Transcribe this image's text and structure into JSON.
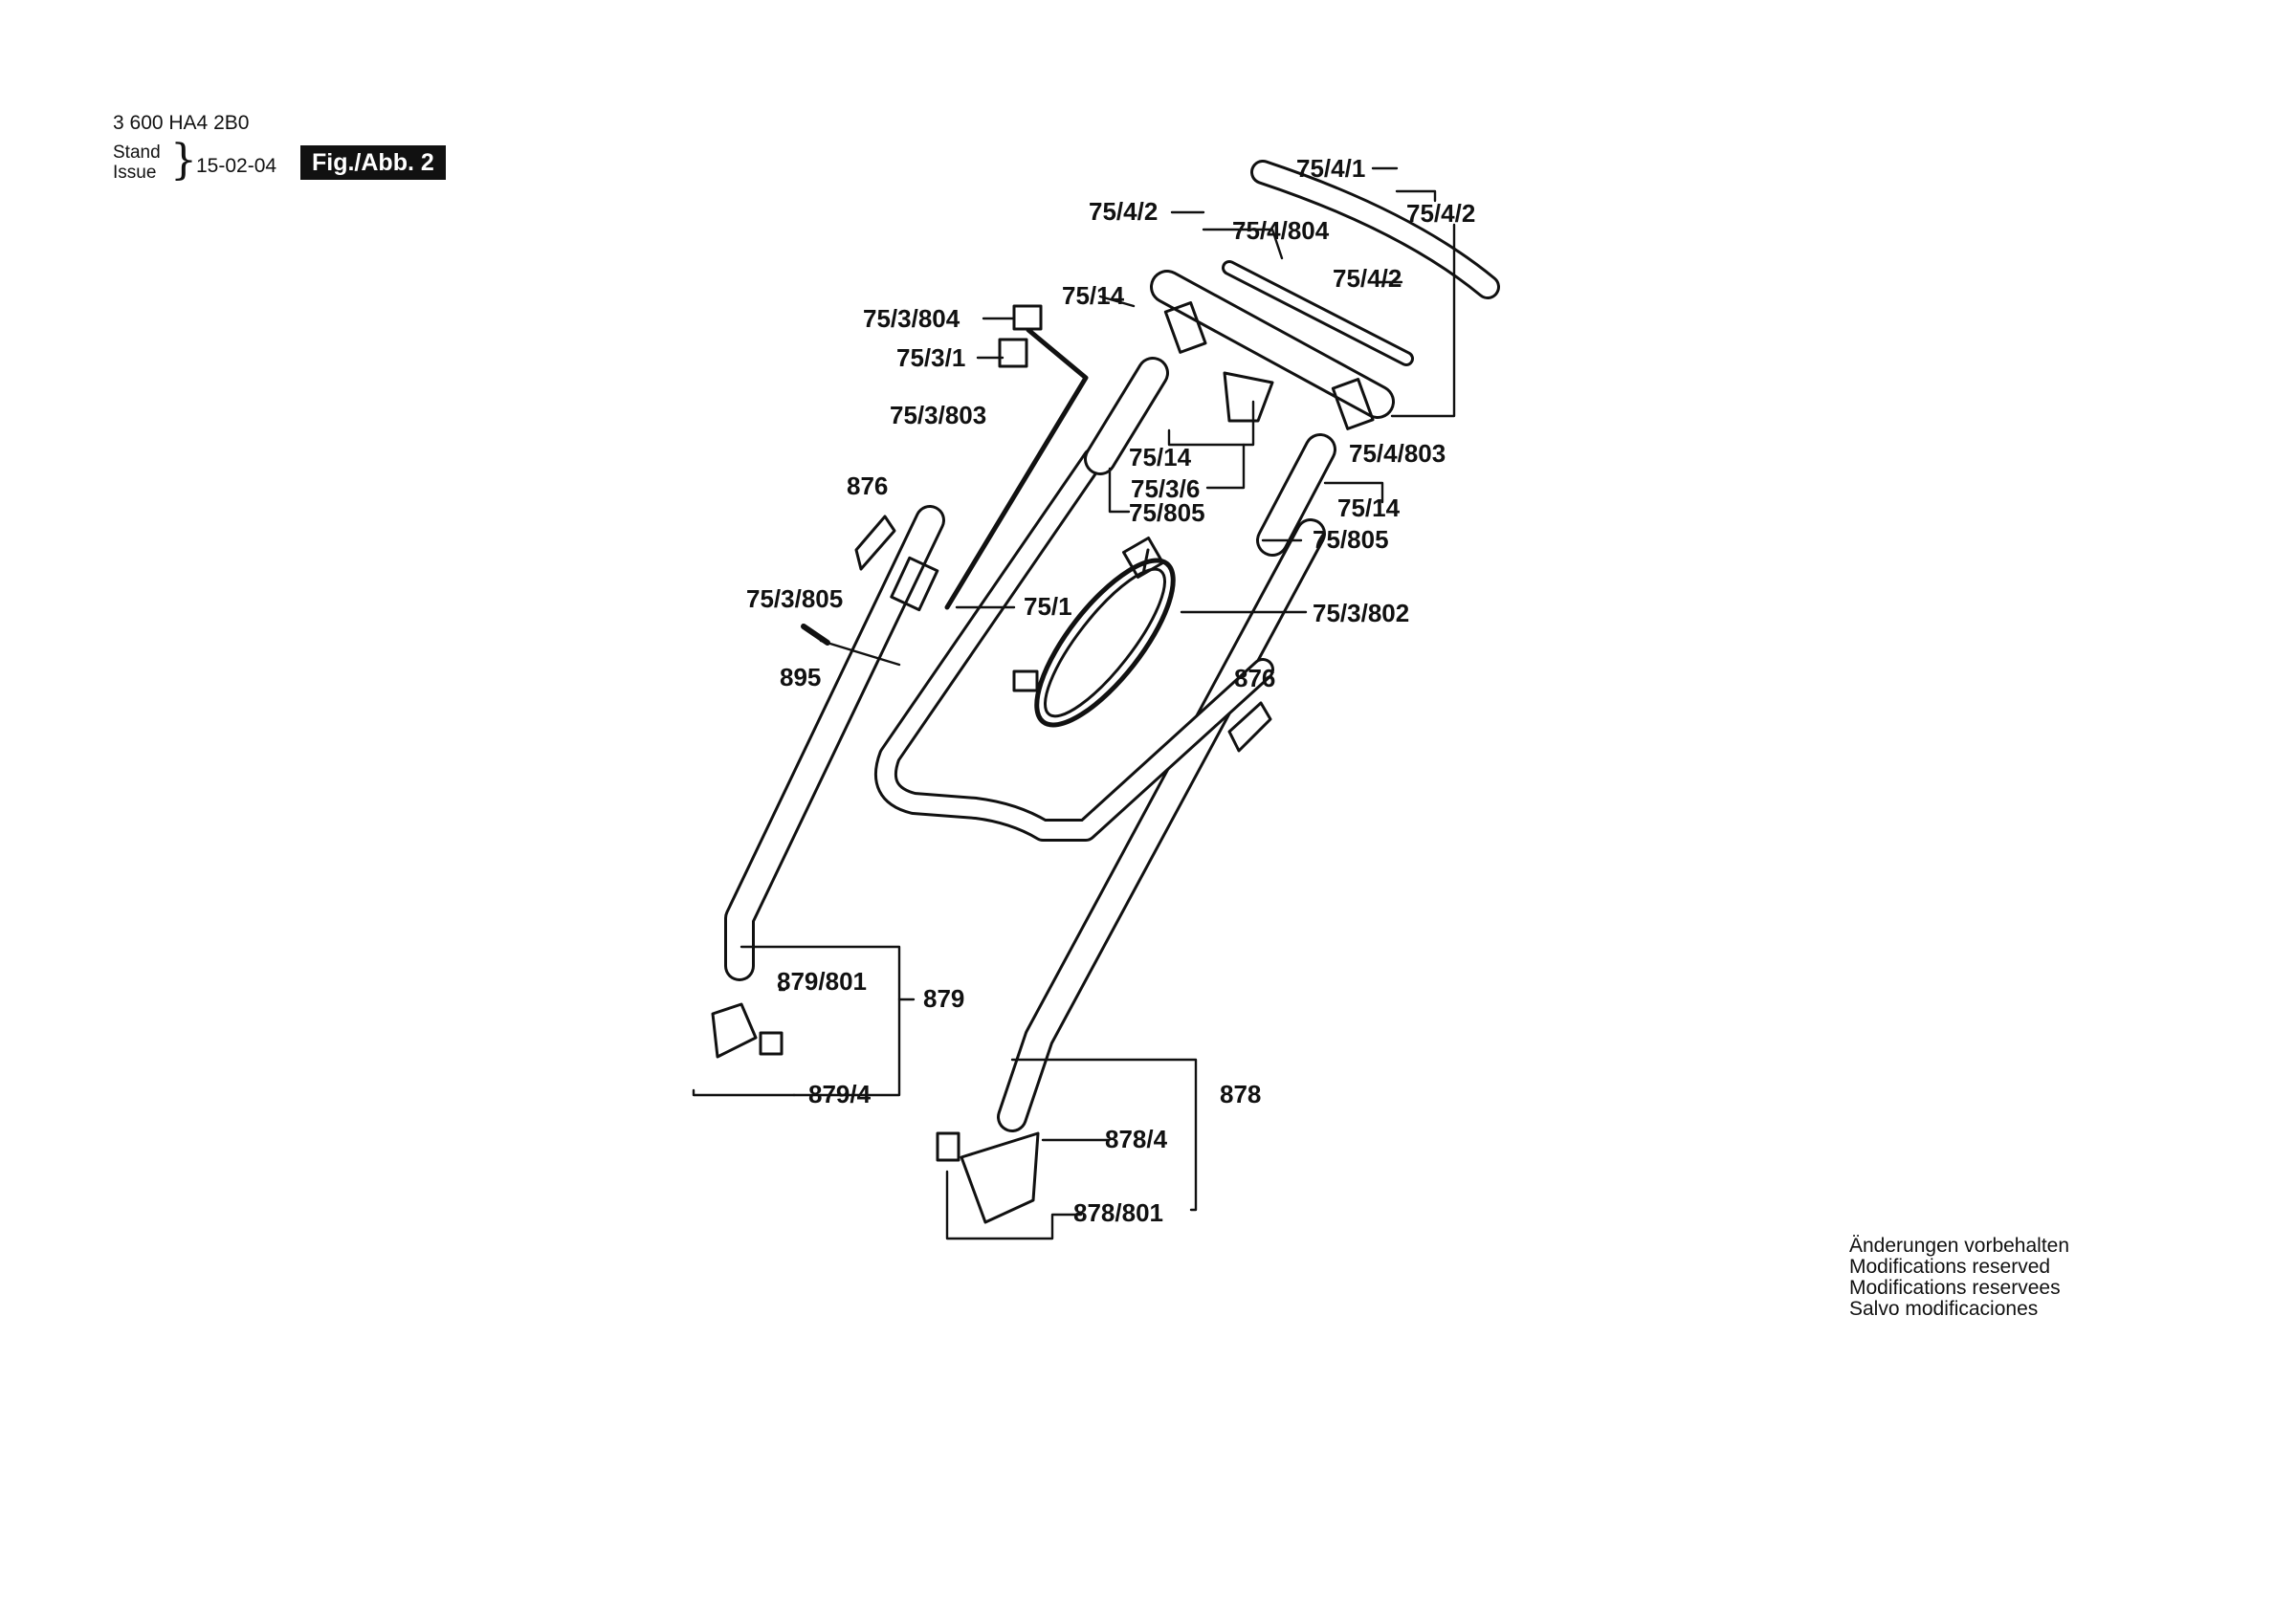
{
  "header": {
    "part_number": "3 600 HA4 2B0",
    "stand": "Stand",
    "issue": "Issue",
    "brace": "}",
    "date": "15-02-04",
    "figure": "Fig./Abb. 2"
  },
  "labels": {
    "p75_4_1": "75/4/1",
    "p75_4_2_a": "75/4/2",
    "p75_4_2_b": "75/4/2",
    "p75_4_2_c": "75/4/2",
    "p75_4_804": "75/4/804",
    "p75_14_a": "75/14",
    "p75_3_804": "75/3/804",
    "p75_3_1": "75/3/1",
    "p75_3_803": "75/3/803",
    "p75_4_803": "75/4/803",
    "p75_14_b": "75/14",
    "p75_3_6": "75/3/6",
    "p75_805_a": "75/805",
    "p75_14_c": "75/14",
    "p75_805_b": "75/805",
    "p876_a": "876",
    "p75_3_805": "75/3/805",
    "p75_1": "75/1",
    "p75_3_802": "75/3/802",
    "p895": "895",
    "p876_b": "876",
    "p879_801": "879/801",
    "p879": "879",
    "p879_4": "879/4",
    "p878": "878",
    "p878_4": "878/4",
    "p878_801": "878/801"
  },
  "footer_notes": [
    "Änderungen vorbehalten",
    "Modifications reserved",
    "Modifications reservees",
    "Salvo modificaciones"
  ]
}
